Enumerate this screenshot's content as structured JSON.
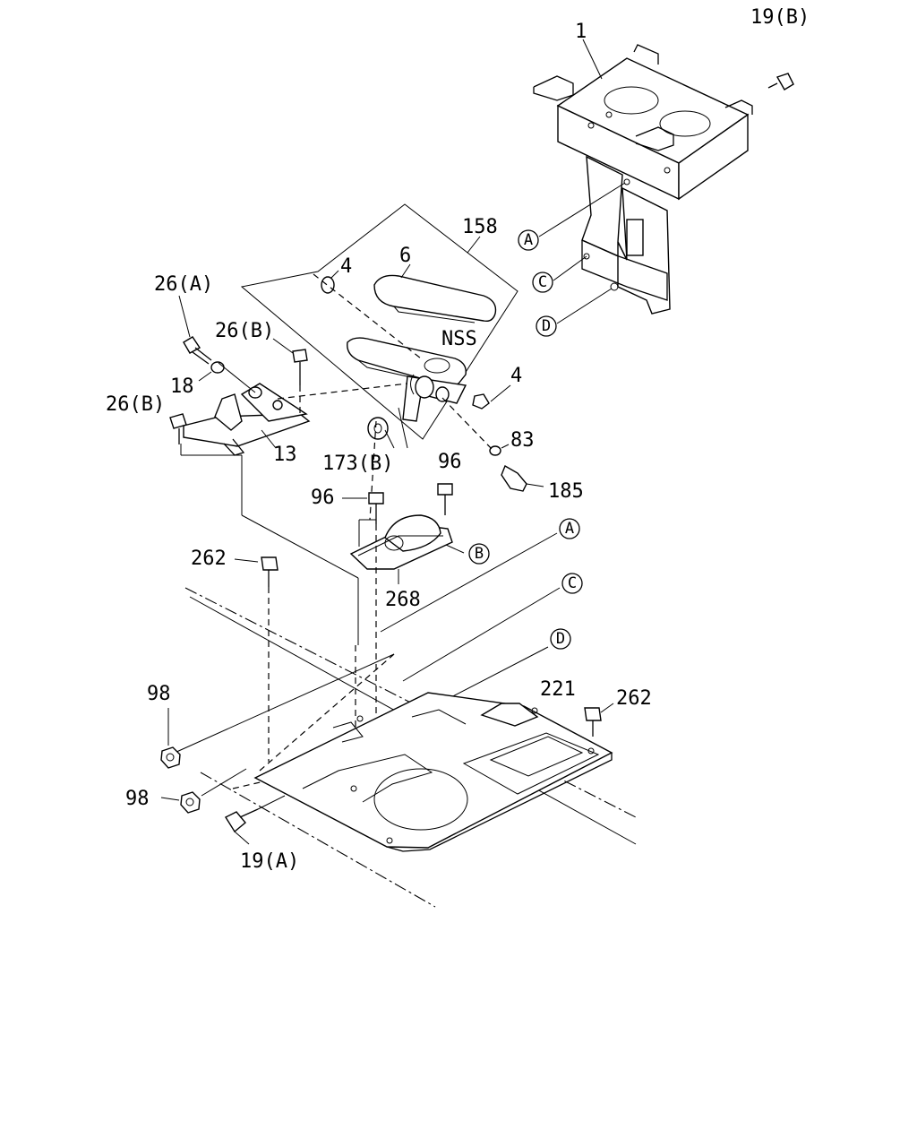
{
  "labels": {
    "p1": "1",
    "p19b": "19(B)",
    "p158": "158",
    "p4a": "4",
    "p6": "6",
    "nss": "NSS",
    "p26a": "26(A)",
    "p26b_top": "26(B)",
    "p26b_left": "26(B)",
    "p18": "18",
    "p13": "13",
    "p4b": "4",
    "p83": "83",
    "p173b": "173(B)",
    "p185": "185",
    "p96a": "96",
    "p96b": "96",
    "p262a": "262",
    "p268": "268",
    "p221": "221",
    "p262b": "262",
    "p98a": "98",
    "p98b": "98",
    "p19a": "19(A)"
  },
  "callouts": {
    "a1": "A",
    "c1": "C",
    "d1": "D",
    "b1": "B",
    "a2": "A",
    "c2": "C",
    "d2": "D"
  }
}
